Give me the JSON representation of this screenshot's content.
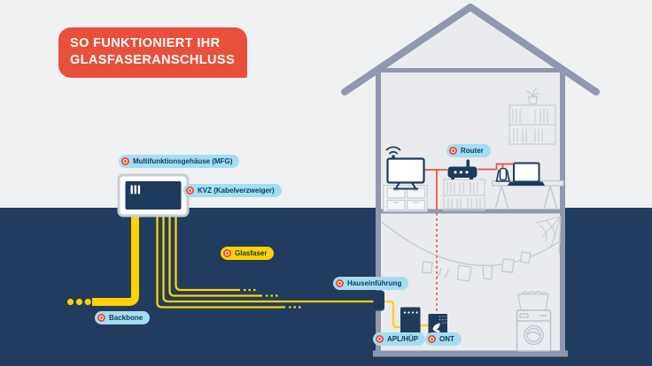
{
  "badge": {
    "line1": "SO FUNKTIONIERT IHR",
    "line2": "GLASFASERANSCHLUSS"
  },
  "labels": {
    "mfg": "Multifunktionsgehäuse (MFG)",
    "kvz": "KVZ (Kabelverzweiger)",
    "glasfaser": "Glasfaser",
    "hauseinfuehrung": "Hauseinführung",
    "backbone": "Backbone",
    "apl": "APL/HÜP",
    "ont": "ONT",
    "router": "Router"
  },
  "icons": {
    "hotspot": "ring-dot-icon",
    "wifi": "wifi-icon"
  },
  "colors": {
    "badge_red": "#e8503b",
    "cable_yellow": "#ffd200",
    "connection_red": "#ef4f3c",
    "ground_navy": "#213c5e",
    "device_navy": "#1e3a5c",
    "house_wall_gray": "#8f98ae",
    "house_interior": "#e9ebee",
    "label_pill_blue": "#a5ddf0",
    "label_text_navy": "#0c3a5e"
  }
}
